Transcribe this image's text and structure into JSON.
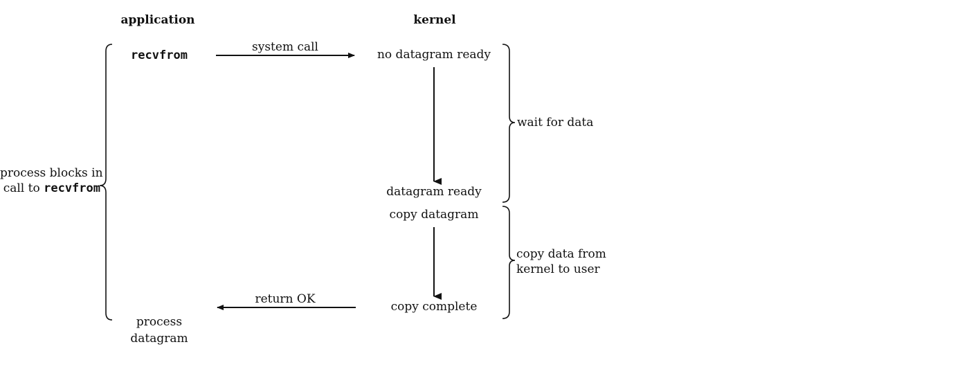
{
  "headers": {
    "application": "application",
    "kernel": "kernel"
  },
  "application": {
    "call": "recvfrom",
    "process_line1": "process",
    "process_line2": "datagram"
  },
  "arrows": {
    "system_call": "system call",
    "return_ok": "return OK"
  },
  "kernel": {
    "no_datagram_ready": "no datagram ready",
    "datagram_ready": "datagram ready",
    "copy_datagram": "copy datagram",
    "copy_complete": "copy complete"
  },
  "phases": {
    "wait_for_data": "wait for data",
    "copy_line1": "copy data from",
    "copy_line2": "kernel to user"
  },
  "blocks": {
    "line1": "process blocks in",
    "line2_prefix": "call to ",
    "line2_call": "recvfrom"
  }
}
